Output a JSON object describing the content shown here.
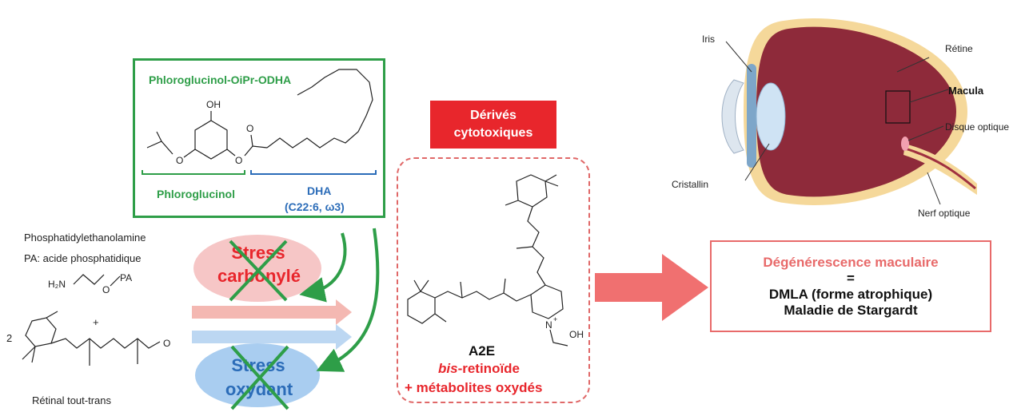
{
  "colors": {
    "green": "#2e9e48",
    "blue": "#2b6cb8",
    "red": "#e8262c",
    "salmon": "#e86a6a"
  },
  "left": {
    "pe_label": "Phosphatidylethanolamine",
    "pa_label": "PA:  acide phosphatidique",
    "coef": "2",
    "plus": "+",
    "h2n": "H₂N",
    "pa": "PA",
    "o": "O",
    "retinal_label": "Rétinal tout-trans",
    "retinal_o": "O"
  },
  "green_box": {
    "title": "Phloroglucinol-OiPr-ODHA",
    "oh": "OH",
    "o1": "O",
    "o2": "O",
    "o3": "O",
    "phloroglucinol": "Phloroglucinol",
    "dha": "DHA",
    "dha_formula": "(C22:6, ω3)"
  },
  "stress": {
    "carbonyl_1": "Stress",
    "carbonyl_2": "carbonylé",
    "oxidant_1": "Stress",
    "oxidant_2": "oxydant"
  },
  "middle": {
    "derives": "Dérivés cytotoxiques",
    "n_plus": "N",
    "plus_sign": "+",
    "oh": "OH",
    "a2e": "A2E",
    "bis_retinoid_italic": "bis",
    "bis_retinoid_rest": "-retinoïde",
    "metabolites": "+ métabolites oxydés"
  },
  "eye": {
    "iris": "Iris",
    "retine": "Rétine",
    "macula": "Macula",
    "disque": "Disque optique",
    "cristallin": "Cristallin",
    "nerf": "Nerf optique"
  },
  "result": {
    "line1": "Dégénérescence maculaire",
    "equals": "=",
    "line2": "DMLA (forme atrophique)",
    "line3": "Maladie de Stargardt"
  }
}
